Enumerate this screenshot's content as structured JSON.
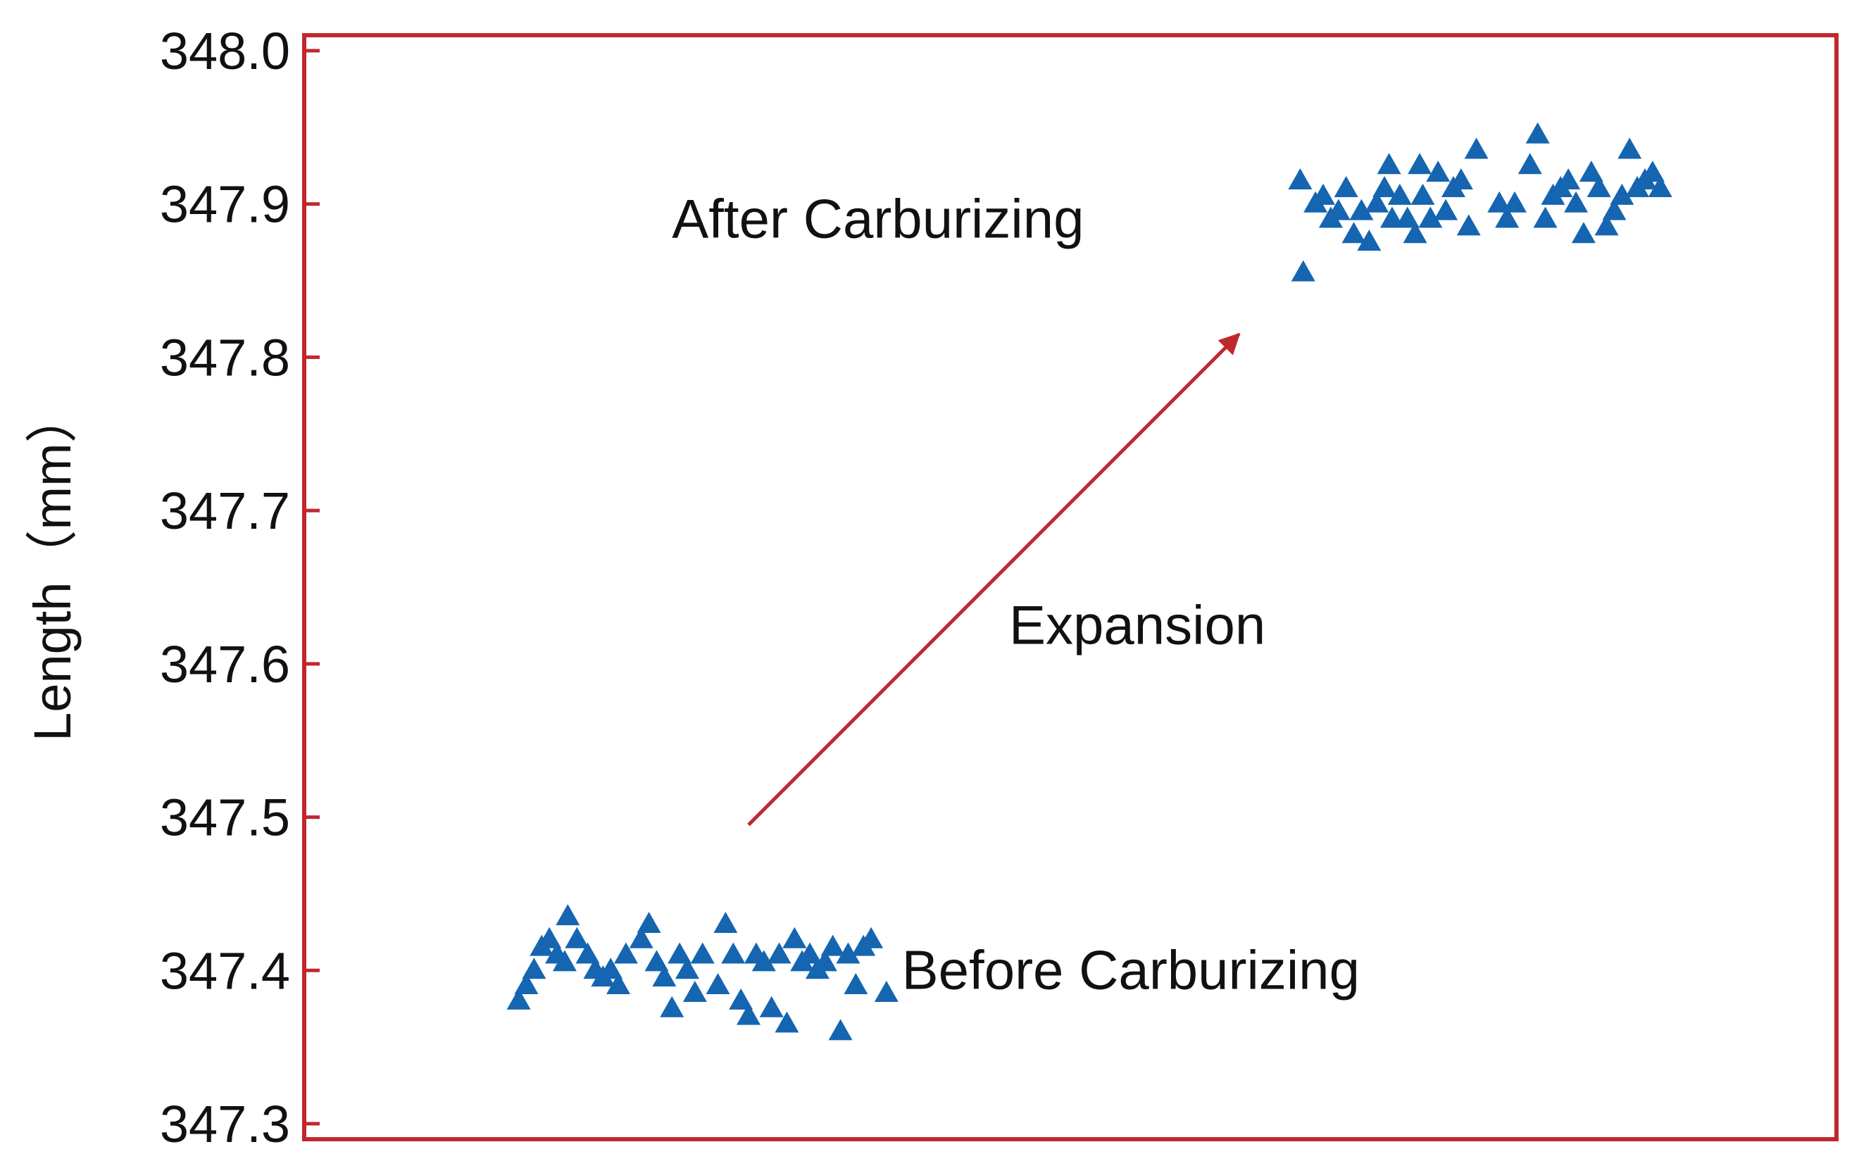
{
  "chart_data": {
    "type": "scatter",
    "title": "",
    "xlabel": "",
    "ylabel": "Length（mm）",
    "ylim": [
      347.3,
      348.0
    ],
    "y_ticks": [
      "347.3",
      "347.4",
      "347.5",
      "347.6",
      "347.7",
      "347.8",
      "347.9",
      "348.0"
    ],
    "grid": false,
    "frame_color": "#c0282d",
    "marker": "triangle-up",
    "marker_color": "#1565b0",
    "series": [
      {
        "values": [
          [
            0.14,
            347.38
          ],
          [
            0.145,
            347.39
          ],
          [
            0.15,
            347.4
          ],
          [
            0.155,
            347.415
          ],
          [
            0.16,
            347.42
          ],
          [
            0.165,
            347.41
          ],
          [
            0.17,
            347.405
          ],
          [
            0.172,
            347.435
          ],
          [
            0.178,
            347.42
          ],
          [
            0.185,
            347.41
          ],
          [
            0.19,
            347.4
          ],
          [
            0.195,
            347.395
          ],
          [
            0.2,
            347.4
          ],
          [
            0.205,
            347.39
          ],
          [
            0.21,
            347.41
          ],
          [
            0.22,
            347.42
          ],
          [
            0.225,
            347.43
          ],
          [
            0.23,
            347.405
          ],
          [
            0.235,
            347.395
          ],
          [
            0.24,
            347.375
          ],
          [
            0.245,
            347.41
          ],
          [
            0.25,
            347.4
          ],
          [
            0.255,
            347.385
          ],
          [
            0.26,
            347.41
          ],
          [
            0.27,
            347.39
          ],
          [
            0.275,
            347.43
          ],
          [
            0.28,
            347.41
          ],
          [
            0.285,
            347.38
          ],
          [
            0.29,
            347.37
          ],
          [
            0.295,
            347.41
          ],
          [
            0.3,
            347.405
          ],
          [
            0.305,
            347.375
          ],
          [
            0.31,
            347.41
          ],
          [
            0.315,
            347.365
          ],
          [
            0.32,
            347.42
          ],
          [
            0.325,
            347.405
          ],
          [
            0.33,
            347.41
          ],
          [
            0.335,
            347.4
          ],
          [
            0.34,
            347.405
          ],
          [
            0.345,
            347.415
          ],
          [
            0.35,
            347.36
          ],
          [
            0.355,
            347.41
          ],
          [
            0.36,
            347.39
          ],
          [
            0.365,
            347.415
          ],
          [
            0.37,
            347.42
          ],
          [
            0.38,
            347.385
          ]
        ]
      },
      {
        "values": [
          [
            0.65,
            347.915
          ],
          [
            0.652,
            347.855
          ],
          [
            0.66,
            347.9
          ],
          [
            0.665,
            347.905
          ],
          [
            0.67,
            347.89
          ],
          [
            0.675,
            347.895
          ],
          [
            0.68,
            347.91
          ],
          [
            0.685,
            347.88
          ],
          [
            0.69,
            347.895
          ],
          [
            0.695,
            347.875
          ],
          [
            0.7,
            347.9
          ],
          [
            0.705,
            347.91
          ],
          [
            0.708,
            347.925
          ],
          [
            0.71,
            347.89
          ],
          [
            0.715,
            347.905
          ],
          [
            0.72,
            347.89
          ],
          [
            0.725,
            347.88
          ],
          [
            0.728,
            347.925
          ],
          [
            0.73,
            347.905
          ],
          [
            0.735,
            347.89
          ],
          [
            0.74,
            347.92
          ],
          [
            0.745,
            347.895
          ],
          [
            0.75,
            347.91
          ],
          [
            0.755,
            347.915
          ],
          [
            0.76,
            347.885
          ],
          [
            0.765,
            347.935
          ],
          [
            0.78,
            347.9
          ],
          [
            0.785,
            347.89
          ],
          [
            0.79,
            347.9
          ],
          [
            0.8,
            347.925
          ],
          [
            0.805,
            347.945
          ],
          [
            0.81,
            347.89
          ],
          [
            0.815,
            347.905
          ],
          [
            0.82,
            347.91
          ],
          [
            0.825,
            347.915
          ],
          [
            0.83,
            347.9
          ],
          [
            0.835,
            347.88
          ],
          [
            0.84,
            347.92
          ],
          [
            0.845,
            347.91
          ],
          [
            0.85,
            347.885
          ],
          [
            0.855,
            347.895
          ],
          [
            0.86,
            347.905
          ],
          [
            0.865,
            347.935
          ],
          [
            0.87,
            347.91
          ],
          [
            0.875,
            347.915
          ],
          [
            0.88,
            347.92
          ],
          [
            0.885,
            347.91
          ]
        ]
      }
    ],
    "annotations": {
      "after": {
        "text": "After Carburizing",
        "x": 0.24,
        "y": 347.89
      },
      "before": {
        "text": "Before Carburizing",
        "x": 0.39,
        "y": 347.4
      },
      "expansion": {
        "text": "Expansion",
        "x": 0.46,
        "y": 347.625,
        "color": "#c0282d"
      }
    },
    "arrow": {
      "from": [
        0.29,
        347.495
      ],
      "to": [
        0.61,
        347.815
      ],
      "color": "#c0282d"
    }
  }
}
